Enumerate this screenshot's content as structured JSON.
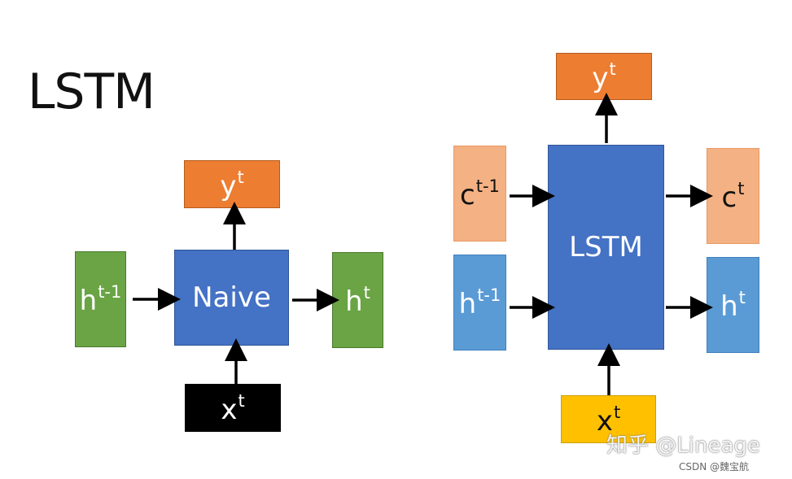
{
  "title": "LSTM",
  "naive": {
    "core": "Naive",
    "output": {
      "base": "y",
      "sup": "t"
    },
    "hidden_in": {
      "base": "h",
      "sup": "t-1"
    },
    "hidden_out": {
      "base": "h",
      "sup": "t"
    },
    "input": {
      "base": "x",
      "sup": "t"
    }
  },
  "lstm": {
    "core": "LSTM",
    "output": {
      "base": "y",
      "sup": "t"
    },
    "cell_in": {
      "base": "c",
      "sup": "t-1"
    },
    "hidden_in": {
      "base": "h",
      "sup": "t-1"
    },
    "cell_out": {
      "base": "c",
      "sup": "t"
    },
    "hidden_out": {
      "base": "h",
      "sup": "t"
    },
    "input": {
      "base": "x",
      "sup": "t"
    }
  },
  "watermark": {
    "main": "知乎 @Lineage",
    "sub": "CSDN @魏宝航"
  },
  "colors": {
    "green": "#6aa444",
    "blue_core": "#4472c4",
    "orange": "#ed7d31",
    "black": "#000000",
    "salmon": "#f4b183",
    "light_blue": "#5b9bd5",
    "yellow": "#ffc000"
  }
}
